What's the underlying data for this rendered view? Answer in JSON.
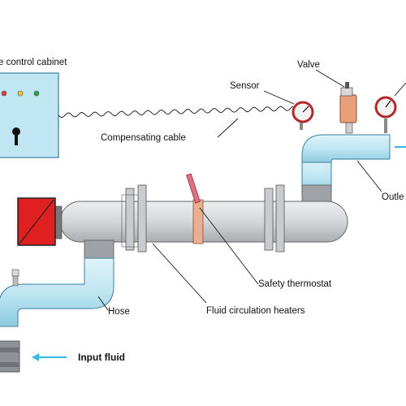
{
  "labels": {
    "cabinet": "e control cabinet",
    "valve": "Valve",
    "sensor": "Sensor",
    "compensating_cable": "Compensating cable",
    "outlet": "Outle",
    "safety_thermostat": "Safety thermostat",
    "fluid_heaters": "Fluid circulation heaters",
    "hose": "Hose",
    "input_fluid": "Input fluid"
  },
  "colors": {
    "pipe_blue": "#bfe6f2",
    "pipe_outline": "#3a7fa0",
    "heater_gray": "#d5d7da",
    "cabinet_blue": "#bfe6f2",
    "terminal_red": "#e02020",
    "valve_orange": "#e9a07a",
    "arrow_cyan": "#35b7e8"
  },
  "indicator_lights": [
    "red",
    "yellow",
    "green"
  ],
  "icons": {
    "cabinet_keyhole": "keyhole-icon",
    "gauge": "gauge-icon",
    "input_arrow": "arrow-right-icon"
  }
}
